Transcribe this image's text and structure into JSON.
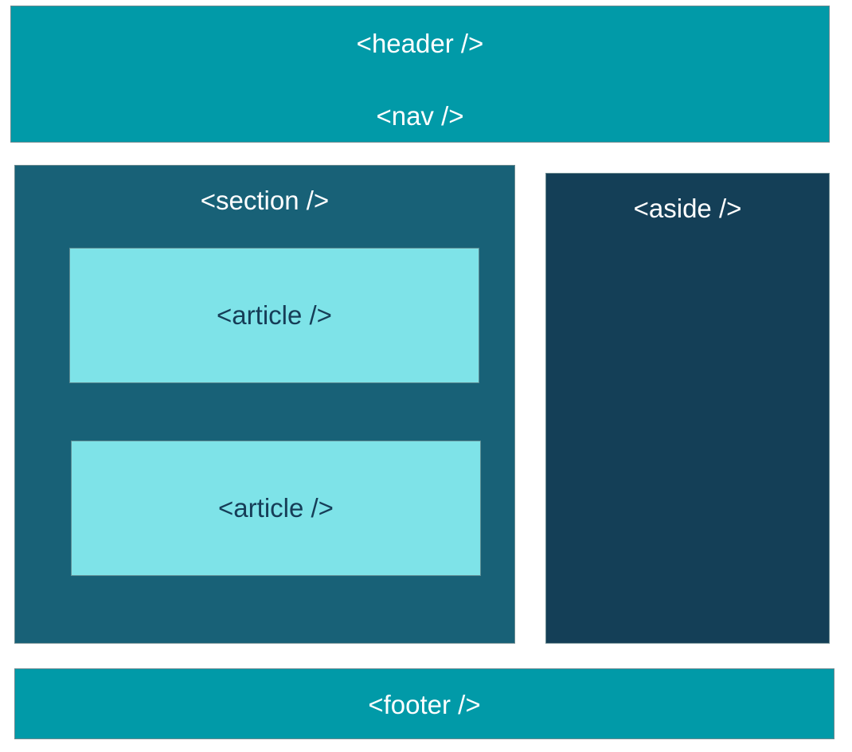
{
  "header": {
    "label": "<header />",
    "nav_label": "<nav />"
  },
  "section": {
    "label": "<section />",
    "articles": [
      {
        "label": "<article />"
      },
      {
        "label": "<article />"
      }
    ]
  },
  "aside": {
    "label": "<aside />"
  },
  "footer": {
    "label": "<footer />"
  },
  "colors": {
    "header_footer": "#019aa8",
    "section": "#186177",
    "aside": "#143f57",
    "article": "#7ee3e8",
    "article_text": "#163d57",
    "label_text": "#ffffff"
  }
}
